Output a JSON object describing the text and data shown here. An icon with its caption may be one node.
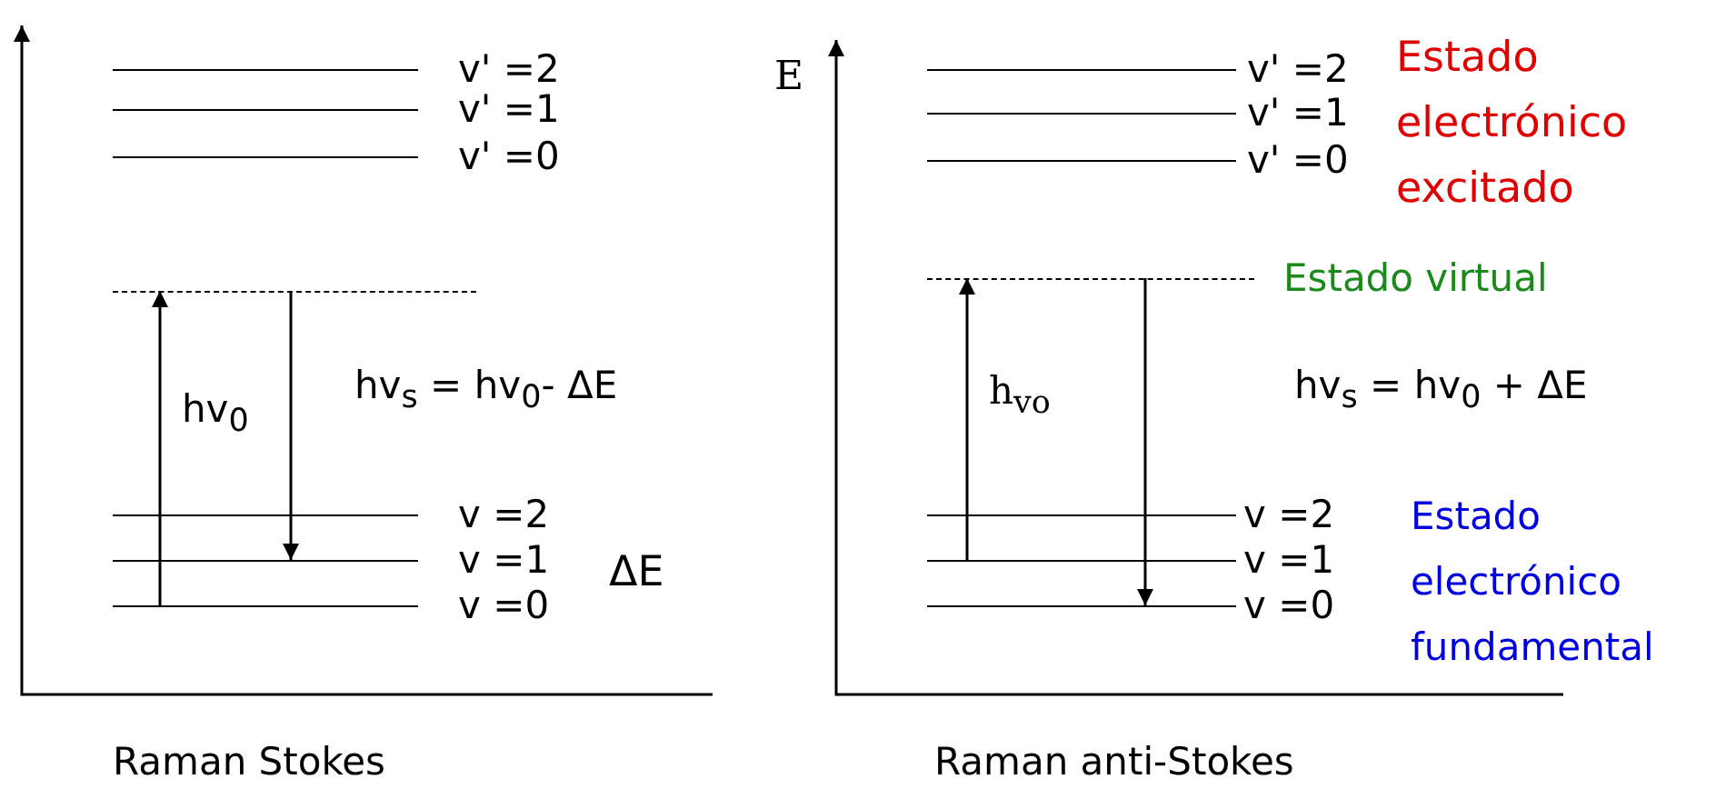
{
  "diagram": {
    "nodes": [
      {
        "text": [],
        "shape": "line",
        "beside": [
          "v' =2"
        ]
      },
      {
        "text": [],
        "shape": "line",
        "beside": [
          "v' =1"
        ]
      },
      {
        "text": [],
        "shape": "line",
        "beside": [
          "v' =0"
        ]
      },
      {
        "text": [],
        "shape": "line"
      },
      {
        "text": [],
        "shape": "line",
        "beside": [
          "v =2"
        ]
      },
      {
        "text": [],
        "shape": "line",
        "beside": [
          "v =1"
        ]
      },
      {
        "text": [],
        "shape": "line",
        "beside": [
          "v =0"
        ]
      },
      {
        "text": [],
        "shape": "line",
        "beside": [
          "v' =2"
        ]
      },
      {
        "text": [],
        "shape": "line",
        "beside": [
          "v' =1"
        ]
      },
      {
        "text": [],
        "shape": "line",
        "beside": [
          "v' =0"
        ]
      },
      {
        "text": [],
        "shape": "line",
        "beside": [
          "Estado virtual"
        ]
      },
      {
        "text": [],
        "shape": "line",
        "beside": [
          "v =2"
        ]
      },
      {
        "text": [],
        "shape": "line",
        "beside": [
          "v =1"
        ]
      },
      {
        "text": [],
        "shape": "line",
        "beside": [
          "v =0"
        ]
      }
    ],
    "edges": [
      {
        "from": 6,
        "to": 3,
        "arrow": "to",
        "label": "hv$_{0}$"
      },
      {
        "from": 3,
        "to": 5,
        "arrow": "to"
      },
      {
        "from": 12,
        "to": 10,
        "arrow": "to",
        "label": "h$_{vo}$"
      },
      {
        "from": 10,
        "to": 13,
        "arrow": "to"
      }
    ],
    "labels": [
      "E",
      "Estado electrónico excitado",
      "hv$_{s}$ = hv$_{0}$- ΔE",
      "hv$_{s}$ = hv$_{0}$ + ΔE",
      "ΔE",
      "Estado electrónico fundamental",
      "Raman Stokes",
      "Raman anti-Stokes"
    ]
  }
}
